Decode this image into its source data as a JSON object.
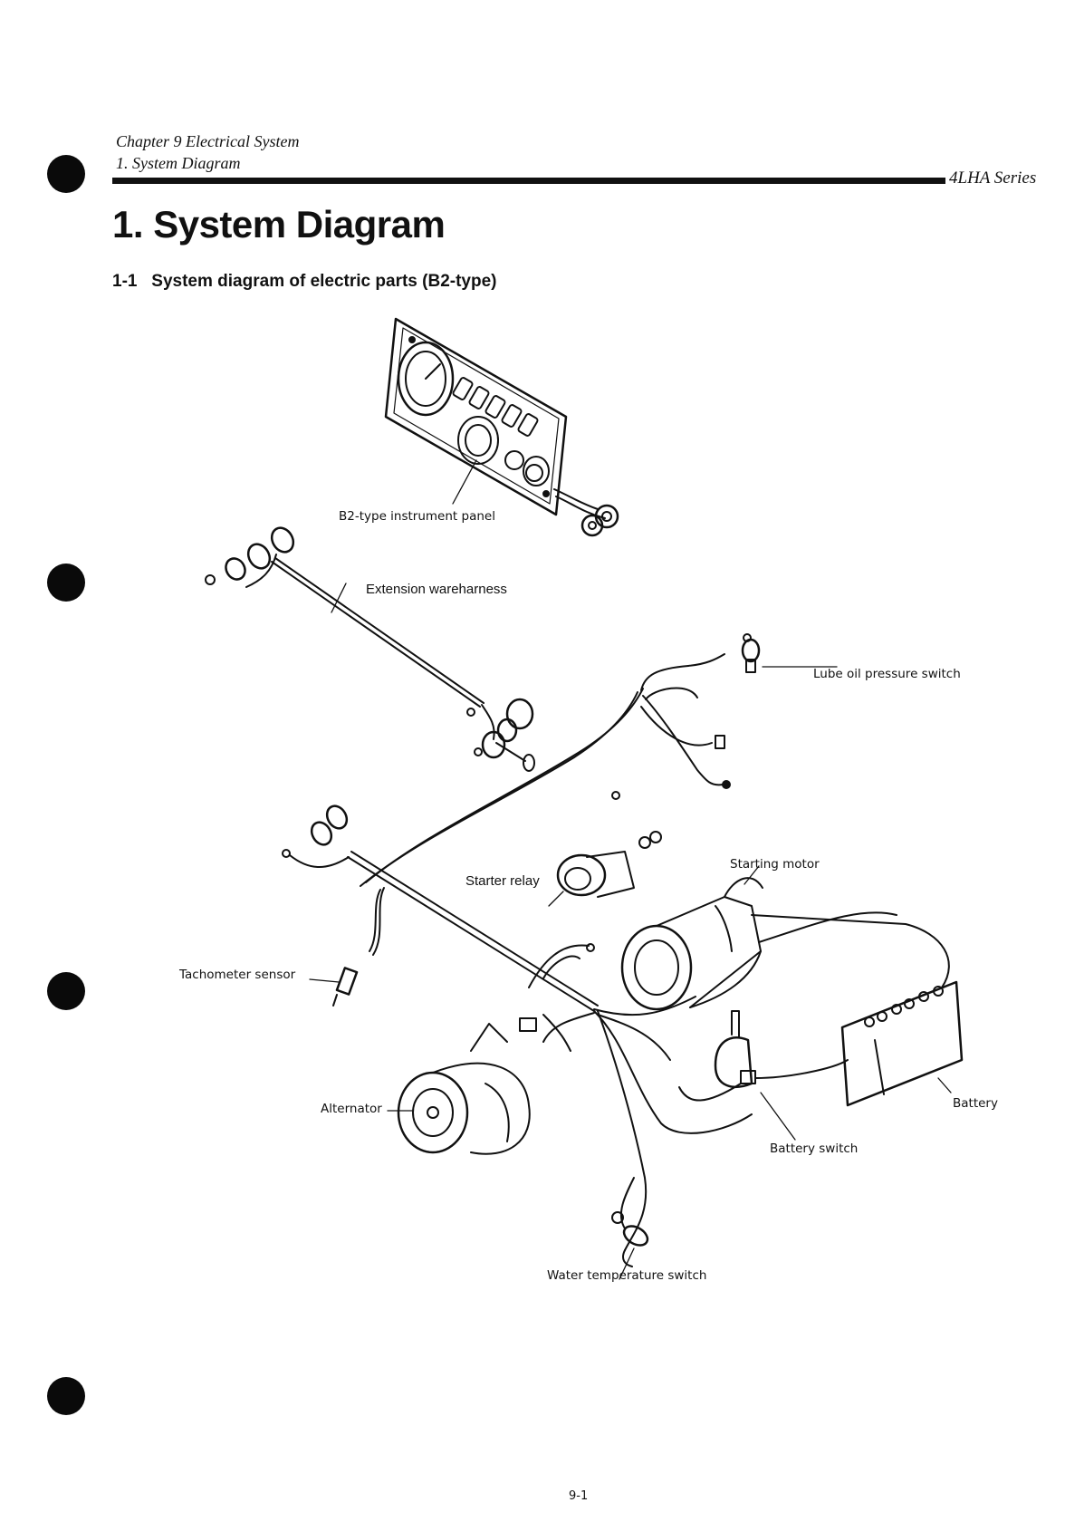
{
  "header": {
    "chapter": "Chapter 9 Electrical System",
    "section": "1. System Diagram",
    "series": "4LHA Series"
  },
  "title": "1. System Diagram",
  "subtitle": "1-1   System diagram of electric parts (B2-type)",
  "labels": {
    "instrument_panel": "B2-type instrument panel",
    "extension_harness": "Extension wareharness",
    "lube_oil_switch": "Lube oil pressure switch",
    "starting_motor": "Starting motor",
    "starter_relay": "Starter relay",
    "tachometer_sensor": "Tachometer sensor",
    "alternator": "Alternator",
    "battery": "Battery",
    "battery_switch": "Battery switch",
    "water_temp_switch": "Water temperature switch"
  },
  "footer": {
    "page_number": "9-1"
  },
  "colors": {
    "ink": "#111111",
    "paper": "#ffffff"
  }
}
